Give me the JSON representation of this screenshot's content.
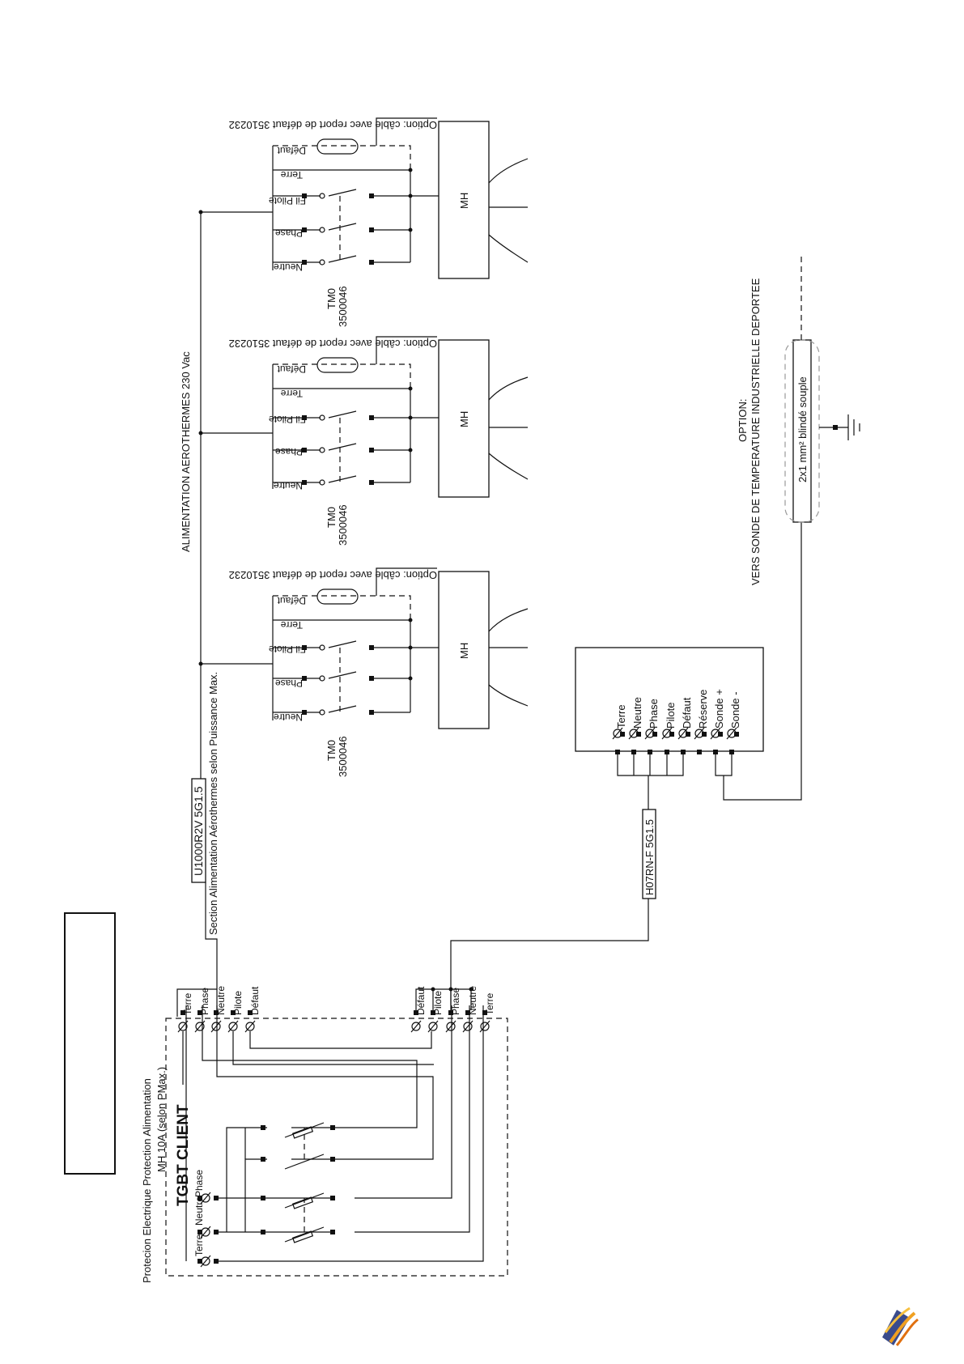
{
  "tgbt": {
    "title": "TGBT CLIENT",
    "protection_header": "Protecion Electrique  Protection  Alimentation",
    "protection_rating": "MH 10A (selon PMax.)",
    "supply_labels": [
      "Terre",
      "Neutre",
      "Phase"
    ],
    "left_terminals": [
      "Terre",
      "Phase",
      "Neutre",
      "Pilote",
      "Défaut"
    ],
    "right_terminals": [
      "Défaut",
      "Pilote",
      "Phase",
      "Neutre",
      "Terre"
    ]
  },
  "feeder": {
    "cable": "U1000R2V 5G1.5",
    "section_note": "Section Alimentation Aérothermes selon Puissance Max.",
    "bus_title": "ALIMENTATION AEROTHERMES 230 Vac"
  },
  "heaters": [
    {
      "switch_ref": "TM0",
      "switch_code": "3500046",
      "unit_label": "MH",
      "terminals": [
        "Neutre",
        "Phase",
        "Fil Pilote",
        "Terre",
        "Défaut"
      ],
      "option_note": "Option: câble avec report de défaut 3510232"
    },
    {
      "switch_ref": "TM0",
      "switch_code": "3500046",
      "unit_label": "MH",
      "terminals": [
        "Neutre",
        "Phase",
        "Fil Pilote",
        "Terre",
        "Défaut"
      ],
      "option_note": "Option: câble avec report de défaut 3510232"
    },
    {
      "switch_ref": "TM0",
      "switch_code": "3500046",
      "unit_label": "MH",
      "terminals": [
        "Neutre",
        "Phase",
        "Fil Pilote",
        "Terre",
        "Défaut"
      ],
      "option_note": "Option: câble avec report de défaut 3510232"
    }
  ],
  "controller": {
    "cable": "H07RN-F 5G1.5",
    "terminals": [
      "Terre",
      "Neutre",
      "Phase",
      "Pilote",
      "Défaut",
      "Réserve",
      "Sonde +",
      "Sonde -"
    ]
  },
  "probe": {
    "option_title": "OPTION:",
    "option_text": "VERS SONDE DE TEMPERATURE INDUSTRIELLE DEPORTEE",
    "cable": "2x1 mm² blindé souple"
  },
  "logo": "stylised globe logo",
  "icons": [
    "terminal-screw-icon",
    "ground-icon",
    "logo-icon"
  ]
}
